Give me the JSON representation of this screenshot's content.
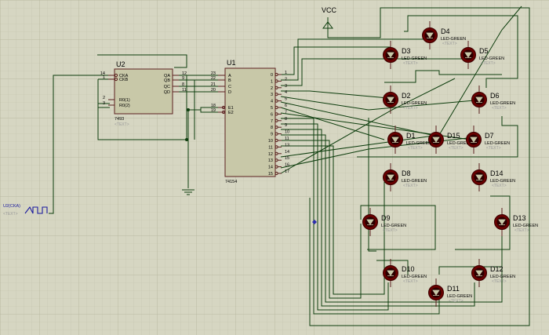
{
  "vcc": {
    "label": "VCC"
  },
  "clock": {
    "label": "U2(CKA)",
    "placeholder": "<TEXT>"
  },
  "u2": {
    "ref": "U2",
    "part": "7493",
    "placeholder": "<TEXT>",
    "left_pins": [
      {
        "num": "14",
        "name": "CKA"
      },
      {
        "num": "1",
        "name": "CKB"
      },
      {
        "num": "2",
        "name": "R0(1)"
      },
      {
        "num": "3",
        "name": "R0(2)"
      }
    ],
    "right_pins": [
      {
        "num": "12",
        "name": "QA"
      },
      {
        "num": "9",
        "name": "QB"
      },
      {
        "num": "8",
        "name": "QC"
      },
      {
        "num": "11",
        "name": "QD"
      }
    ]
  },
  "u1": {
    "ref": "U1",
    "part": "74154",
    "left_pins": [
      {
        "num": "23",
        "name": "A"
      },
      {
        "num": "22",
        "name": "B"
      },
      {
        "num": "21",
        "name": "C"
      },
      {
        "num": "20",
        "name": "D"
      },
      {
        "num": "18",
        "name": "E1"
      },
      {
        "num": "19",
        "name": "E2"
      }
    ],
    "right_pins": [
      {
        "num": "1",
        "name": "0"
      },
      {
        "num": "2",
        "name": "1"
      },
      {
        "num": "3",
        "name": "2"
      },
      {
        "num": "4",
        "name": "3"
      },
      {
        "num": "5",
        "name": "4"
      },
      {
        "num": "6",
        "name": "5"
      },
      {
        "num": "7",
        "name": "6"
      },
      {
        "num": "8",
        "name": "7"
      },
      {
        "num": "9",
        "name": "8"
      },
      {
        "num": "10",
        "name": "9"
      },
      {
        "num": "11",
        "name": "10"
      },
      {
        "num": "13",
        "name": "11"
      },
      {
        "num": "14",
        "name": "12"
      },
      {
        "num": "15",
        "name": "13"
      },
      {
        "num": "16",
        "name": "14"
      },
      {
        "num": "17",
        "name": "15"
      }
    ]
  },
  "leds": [
    {
      "ref": "D4",
      "part": "LED-GREEN",
      "placeholder": "<TEXT>"
    },
    {
      "ref": "D3",
      "part": "LED-GREEN",
      "placeholder": "<TEXT>"
    },
    {
      "ref": "D5",
      "part": "LED-GREEN",
      "placeholder": "<TEXT>"
    },
    {
      "ref": "D2",
      "part": "LED-GREEN",
      "placeholder": "<TEXT>"
    },
    {
      "ref": "D6",
      "part": "LED-GREEN",
      "placeholder": "<TEXT>"
    },
    {
      "ref": "D15",
      "part": "LED-GREEN",
      "placeholder": "<TEXT>"
    },
    {
      "ref": "D1",
      "part": "LED-GREEN",
      "placeholder": "<TEXT>"
    },
    {
      "ref": "D7",
      "part": "LED-GREEN",
      "placeholder": "<TEXT>"
    },
    {
      "ref": "D8",
      "part": "LED-GREEN",
      "placeholder": "<TEXT>"
    },
    {
      "ref": "D14",
      "part": "LED-GREEN",
      "placeholder": "<TEXT>"
    },
    {
      "ref": "D9",
      "part": "LED-GREEN",
      "placeholder": "<TEXT>"
    },
    {
      "ref": "D13",
      "part": "LED-GREEN",
      "placeholder": "<TEXT>"
    },
    {
      "ref": "D10",
      "part": "LED-GREEN",
      "placeholder": "<TEXT>"
    },
    {
      "ref": "D12",
      "part": "LED-GREEN",
      "placeholder": "<TEXT>"
    },
    {
      "ref": "D11",
      "part": "LED-GREEN",
      "placeholder": "<TEXT>"
    }
  ]
}
